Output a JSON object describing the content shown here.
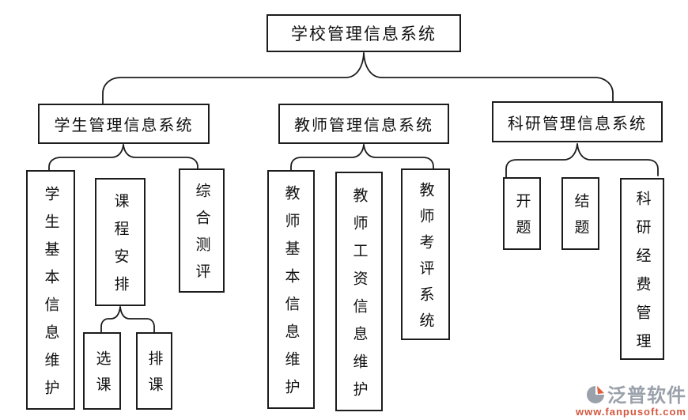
{
  "diagram": {
    "root": {
      "label": "学校管理信息系统"
    },
    "branches": [
      {
        "label": "学生管理信息系统",
        "children": [
          {
            "label": "学生基本信息维护"
          },
          {
            "label": "课程安排",
            "children": [
              {
                "label": "选课"
              },
              {
                "label": "排课"
              }
            ]
          },
          {
            "label": "综合测评"
          }
        ]
      },
      {
        "label": "教师管理信息系统",
        "children": [
          {
            "label": "教师基本信息维护"
          },
          {
            "label": "教师工资信息维护"
          },
          {
            "label": "教师考评系统"
          }
        ]
      },
      {
        "label": "科研管理信息系统",
        "children": [
          {
            "label": "开题"
          },
          {
            "label": "结题"
          },
          {
            "label": "科研经费管理"
          }
        ]
      }
    ]
  },
  "watermark": {
    "brand": "泛普软件",
    "url": "www.fanpusoft.com"
  },
  "colors": {
    "line": "#1c1c1c",
    "brand_gray": "#9aa1ab",
    "brand_orange": "#d4573f"
  }
}
